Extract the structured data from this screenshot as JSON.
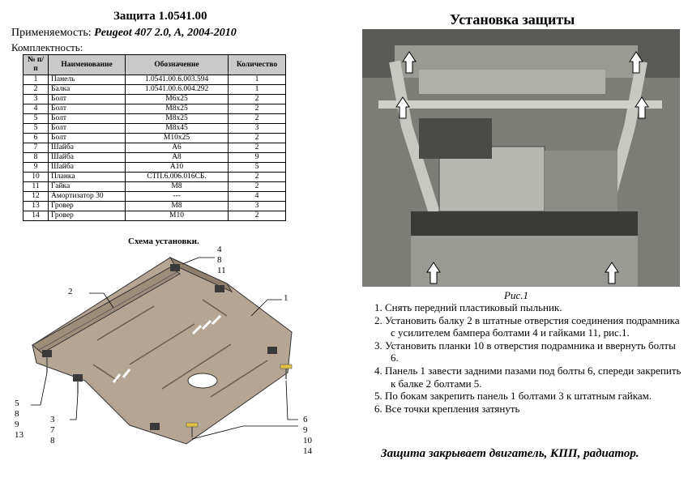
{
  "left": {
    "title": "Защита 1.0541.00",
    "applicability_label": "Применяемость:",
    "applicability_value": "Peugeot 407  2.0, A, 2004-2010",
    "completeness_label": "Комплектность:",
    "table_headers": [
      "№ п/п",
      "Наименование",
      "Обозначение",
      "Количество"
    ],
    "rows": [
      [
        "1",
        "Панель",
        "1.0541.00.6.003.594",
        "1"
      ],
      [
        "2",
        "Балка",
        "1.0541.00.6.004.292",
        "1"
      ],
      [
        "3",
        "Болт",
        "M6x25",
        "2"
      ],
      [
        "4",
        "Болт",
        "M8x25",
        "2"
      ],
      [
        "5",
        "Болт",
        "M8x25",
        "2"
      ],
      [
        "5",
        "Болт",
        "M8x45",
        "3"
      ],
      [
        "6",
        "Болт",
        "M10x25",
        "2"
      ],
      [
        "7",
        "Шайба",
        "A6",
        "2"
      ],
      [
        "8",
        "Шайба",
        "A8",
        "9"
      ],
      [
        "9",
        "Шайба",
        "A10",
        "5"
      ],
      [
        "10",
        "Планка",
        "СТП.6.006.016СБ.",
        "2"
      ],
      [
        "11",
        "Гайка",
        "M8",
        "2"
      ],
      [
        "12",
        "Амортизатор 30",
        "---",
        "4"
      ],
      [
        "13",
        "Гровер",
        "M8",
        "3"
      ],
      [
        "14",
        "Гровер",
        "M10",
        "2"
      ]
    ],
    "scheme_title": "Схема установки.",
    "callouts": {
      "top_right": [
        "4",
        "8",
        "11"
      ],
      "label_2": "2",
      "label_1": "1",
      "bottom_left": [
        "5",
        "8",
        "9",
        "13"
      ],
      "bottom_middle": [
        "3",
        "7",
        "8"
      ],
      "bottom_right": [
        "6",
        "9",
        "10",
        "14"
      ]
    }
  },
  "right": {
    "title": "Установка защиты",
    "figure_caption": "Рис.1",
    "steps": [
      "1.  Снять передний пластиковый пыльник.",
      "2.  Установить балку 2 в штатные отверстия соединения подрамника с усилителем бампера болтами 4 и гайками 11, рис.1.",
      "3.  Установить планки 10 в отверстия подрамника и ввернуть болты 6.",
      "4.  Панель 1 завести задними пазами под болты 6, спереди закрепить к балке 2 болтами 5.",
      "5.  По бокам закрепить панель 1 болтами 3 к штатным гайкам.",
      "6.  Все точки крепления затянуть"
    ],
    "final_note": "Защита закрывает двигатель, КПП, радиатор."
  }
}
